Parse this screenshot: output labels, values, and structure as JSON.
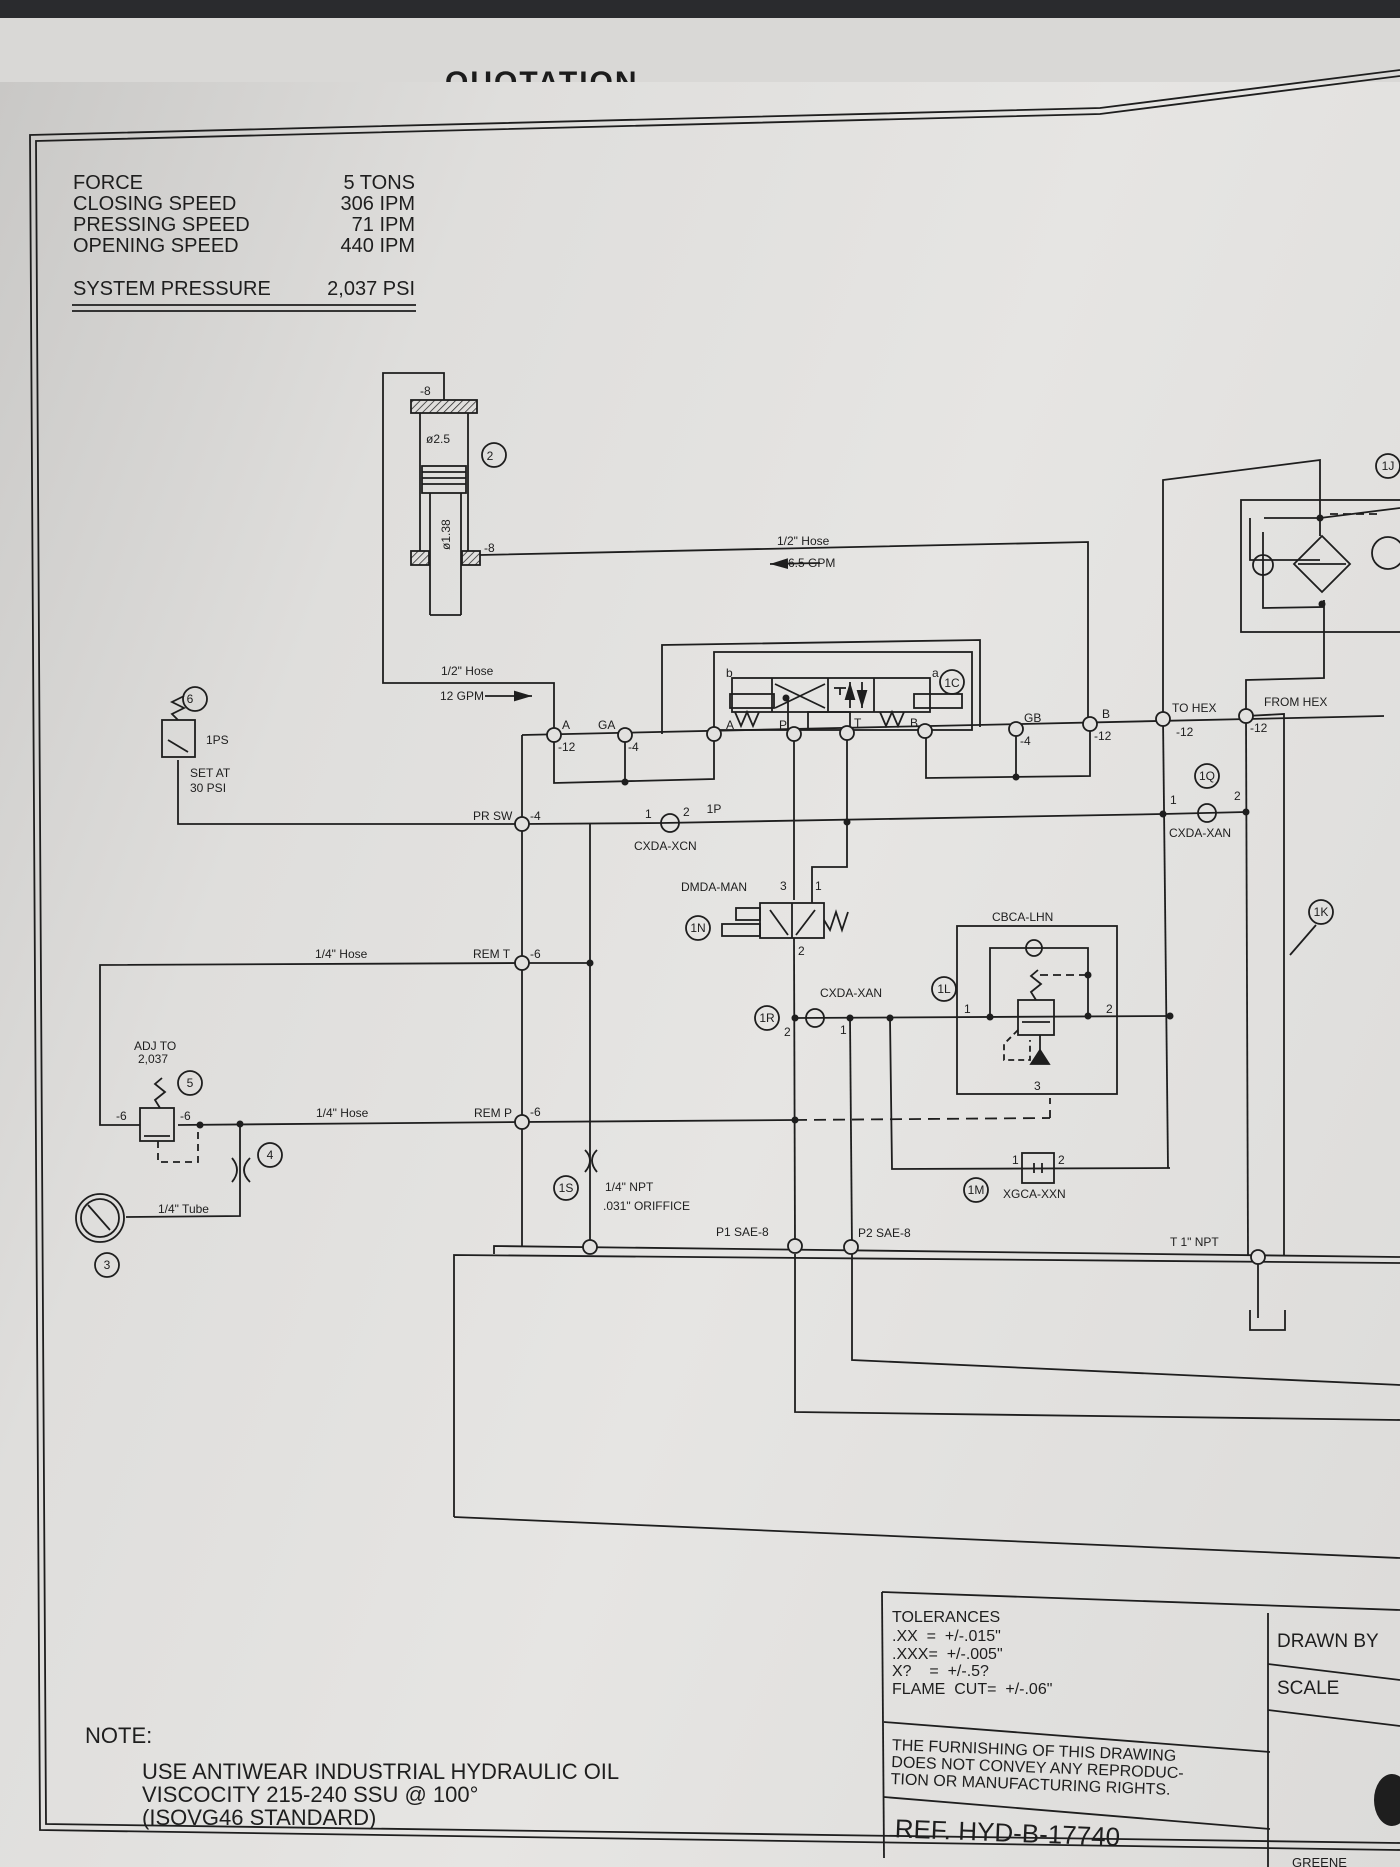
{
  "header_strip": {
    "title": "QUOTATION"
  },
  "specs": {
    "rows": [
      {
        "label": "FORCE",
        "value": "5 TONS"
      },
      {
        "label": "CLOSING SPEED",
        "value": "306 IPM"
      },
      {
        "label": "PRESSING SPEED",
        "value": "71 IPM"
      },
      {
        "label": "OPENING SPEED",
        "value": "440 IPM"
      }
    ],
    "system_pressure": {
      "label": "SYSTEM PRESSURE",
      "value": "2,037 PSI"
    }
  },
  "cylinder": {
    "callout": "2",
    "bore": "ø2.5",
    "rod": "ø1.38",
    "port_top": "-8",
    "port_side": "-8"
  },
  "lines": {
    "upper_hose": {
      "size": "1/2\" Hose",
      "flow": "6.5 GPM",
      "flow_dir": "left"
    },
    "lower_hose": {
      "size": "1/2\" Hose",
      "flow": "12 GPM",
      "flow_dir": "right"
    },
    "rem_t_hose": "1/4\" Hose",
    "rem_p_hose": "1/4\" Hose",
    "gauge_tube": "1/4\" Tube"
  },
  "pressure_switch": {
    "callout": "6",
    "tag": "1PS",
    "setting_line1": "SET AT",
    "setting_line2": "30 PSI"
  },
  "relief_valve": {
    "callout": "5",
    "adj_line1": "ADJ TO",
    "adj_line2": "2,037",
    "port_in": "-6",
    "port_out": "-6"
  },
  "orifice_4": {
    "callout": "4"
  },
  "gauge_3": {
    "callout": "3"
  },
  "manifold_ports": {
    "A_left": {
      "name": "A",
      "size": "-12"
    },
    "GA": {
      "name": "GA",
      "size": "-4"
    },
    "A_valve": {
      "name": "A"
    },
    "P_valve": {
      "name": "P"
    },
    "T_valve": {
      "name": "T"
    },
    "B_valve": {
      "name": "B"
    },
    "GB": {
      "name": "GB",
      "size": "-4"
    },
    "B_right": {
      "name": "B",
      "size": "-12"
    },
    "to_hex": {
      "name": "TO HEX",
      "size": "-12"
    },
    "from_hex": {
      "name": "FROM HEX",
      "size": "-12"
    },
    "pr_sw": {
      "name": "PR SW",
      "size": "-4"
    },
    "rem_t": {
      "name": "REM T",
      "size": "-6"
    },
    "rem_p": {
      "name": "REM P",
      "size": "-6"
    },
    "p1": "P1 SAE-8",
    "p2": "P2 SAE-8",
    "t": "T 1\" NPT"
  },
  "components": {
    "1C": {
      "callout": "1C",
      "sol_a": "a",
      "sol_b": "b"
    },
    "1P": {
      "callout": "1P",
      "model": "CXDA-XCN",
      "port1": "1",
      "port2": "2"
    },
    "1Q": {
      "callout": "1Q",
      "model": "CXDA-XAN",
      "port1": "1",
      "port2": "2"
    },
    "1N": {
      "callout": "1N",
      "model": "DMDA-MAN",
      "port1": "1",
      "port2": "2",
      "port3": "3"
    },
    "1R": {
      "callout": "1R",
      "model": "CXDA-XAN",
      "port1": "1",
      "port2": "2"
    },
    "1L": {
      "callout": "1L",
      "model": "CBCA-LHN",
      "port1": "1",
      "port2": "2",
      "port3": "3"
    },
    "1M": {
      "callout": "1M",
      "model": "XGCA-XXN",
      "port1": "1",
      "port2": "2"
    },
    "1S": {
      "callout": "1S",
      "line1": "1/4\" NPT",
      "line2": ".031\" ORIFFICE"
    },
    "1J": {
      "callout": "1J"
    },
    "1K": {
      "callout": "1K"
    }
  },
  "note": {
    "heading": "NOTE:",
    "lines": [
      "USE ANTIWEAR INDUSTRIAL HYDRAULIC OIL",
      "VISCOCITY 215-240 SSU @ 100°",
      "(ISOVG46 STANDARD)"
    ]
  },
  "title_block": {
    "tolerances": [
      "TOLERANCES",
      ".XX  =  +/-.015\"",
      ".XXX=  +/-.005\"",
      "X?    =  +/-.5?",
      "FLAME  CUT=  +/-.06\""
    ],
    "disclaimer": [
      "THE FURNISHING OF THIS DRAWING",
      "DOES NOT CONVEY ANY REPRODUC-",
      "TION OR MANUFACTURING RIGHTS."
    ],
    "ref": "REF.  HYD-B-17740",
    "drawn_by": "DRAWN BY",
    "scale": "SCALE",
    "company_partial": "GREENE"
  }
}
